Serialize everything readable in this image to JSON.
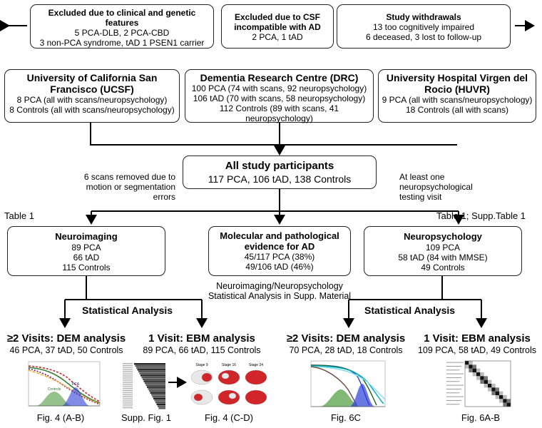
{
  "excluded_clinical": {
    "title": "Excluded due to clinical and genetic features",
    "lines": [
      "5 PCA-DLB, 2 PCA-CBD",
      "3 non-PCA syndrome, tAD 1 PSEN1 carrier"
    ]
  },
  "excluded_csf": {
    "title": "Excluded due to CSF incompatible with AD",
    "lines": [
      "2 PCA, 1 tAD"
    ]
  },
  "withdrawals": {
    "title": "Study withdrawals",
    "lines": [
      "13 too cognitively impaired",
      "6 deceased, 3 lost to follow-up"
    ]
  },
  "ucsf": {
    "title": "University of California San Francisco (UCSF)",
    "lines": [
      "8 PCA (all with scans/neuropsychology)",
      "8 Controls (all with scans/neuropsychology)"
    ]
  },
  "drc": {
    "title": "Dementia Research Centre (DRC)",
    "lines": [
      "100 PCA (74 with scans, 92 neuropsychology)",
      "106 tAD (70 with scans, 58 neuropsychology)",
      "112 Controls (89 with scans, 41 neuropsychology)"
    ]
  },
  "huvr": {
    "title": "University Hospital Virgen del Rocio (HUVR)",
    "lines": [
      "9 PCA (all with scans/neuropsychology)",
      "18 Controls (all with scans)"
    ]
  },
  "all_participants": {
    "title": "All study participants",
    "summary": "117 PCA, 106 tAD, 138 Controls"
  },
  "notes": {
    "scans_removed": "6 scans removed due to motion or segmentation errors",
    "at_least_one": "At least one neuropsychological testing visit",
    "table1_left": "Table 1",
    "table1_right": "Table 1; Supp.Table 1"
  },
  "neuroimaging": {
    "title": "Neuroimaging",
    "lines": [
      "89 PCA",
      "66 tAD",
      "115 Controls"
    ]
  },
  "molecular": {
    "title": "Molecular and pathological evidence for AD",
    "lines": [
      "45/117 PCA (38%)",
      "49/106 tAD (46%)"
    ],
    "note": "Neuroimaging/Neuropsychology Statistical Analysis in Supp. Material"
  },
  "neuropsychology": {
    "title": "Neuropsychology",
    "lines": [
      "109 PCA",
      "58 tAD (84 with MMSE)",
      "49 Controls"
    ]
  },
  "stat_left": "Statistical Analysis",
  "stat_right": "Statistical Analysis",
  "analyses": {
    "img_dem": {
      "title": "≥2 Visits: DEM analysis",
      "counts": "46 PCA, 37 tAD, 50 Controls",
      "caption": "Fig. 4 (A-B)"
    },
    "img_ebm": {
      "title": "1 Visit: EBM analysis",
      "counts": "89 PCA, 66 tAD, 115 Controls",
      "caption_supp": "Supp. Fig. 1",
      "caption": "Fig. 4 (C-D)"
    },
    "np_dem": {
      "title": "≥2 Visits: DEM analysis",
      "counts": "70 PCA, 28 tAD, 18 Controls",
      "caption": "Fig. 6C"
    },
    "np_ebm": {
      "title": "1 Visit: EBM analysis",
      "counts": "109 PCA, 58 tAD, 49 Controls",
      "caption": "Fig. 6A-B"
    }
  },
  "thumb_labels": {
    "controls": "Controls",
    "pca": "PCA",
    "stage1": "Stage 9",
    "stage2": "Stage 16",
    "stage3": "Stage 24"
  },
  "colors": {
    "border": "#222222",
    "curve_green": "#4c9a3c",
    "curve_blue": "#2b3fd6",
    "brain_red": "#d0262a"
  }
}
